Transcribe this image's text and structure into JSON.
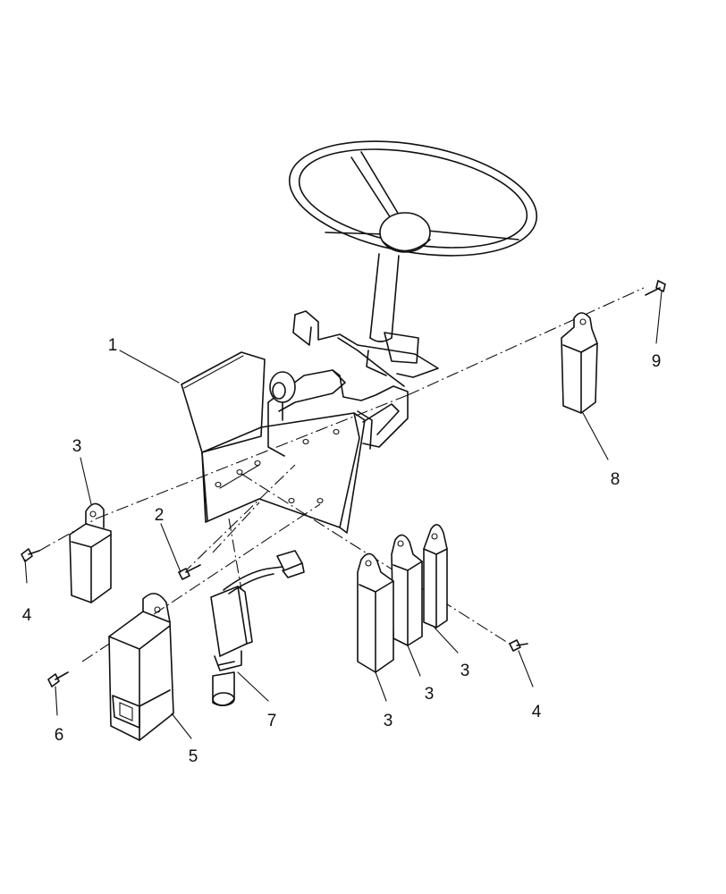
{
  "callouts": [
    {
      "id": "c1",
      "label": "1"
    },
    {
      "id": "c2",
      "label": "2"
    },
    {
      "id": "c3a",
      "label": "3"
    },
    {
      "id": "c4a",
      "label": "4"
    },
    {
      "id": "c5",
      "label": "5"
    },
    {
      "id": "c6",
      "label": "6"
    },
    {
      "id": "c7",
      "label": "7"
    },
    {
      "id": "c3b",
      "label": "3"
    },
    {
      "id": "c3c",
      "label": "3"
    },
    {
      "id": "c3d",
      "label": "3"
    },
    {
      "id": "c4b",
      "label": "4"
    },
    {
      "id": "c8",
      "label": "8"
    },
    {
      "id": "c9",
      "label": "9"
    }
  ]
}
